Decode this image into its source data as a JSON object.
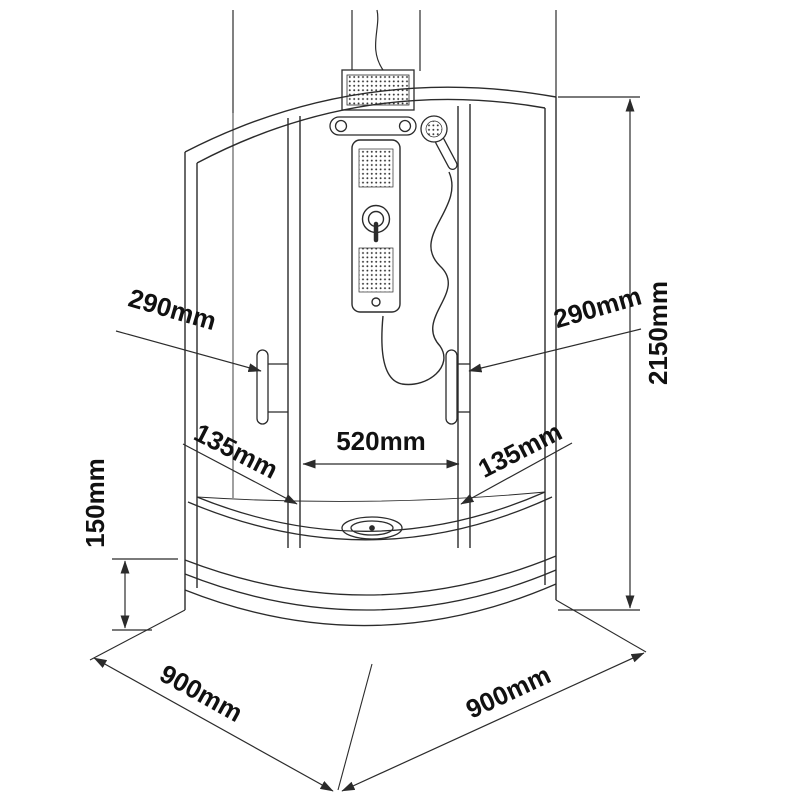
{
  "drawing": {
    "labels": {
      "handle_height_left": "290mm",
      "handle_height_right": "290mm",
      "total_height": "2150mm",
      "door_opening_width": "520mm",
      "side_panel_left": "135mm",
      "side_panel_right": "135mm",
      "tray_height": "150mm",
      "base_side_left": "900mm",
      "base_side_right": "900mm"
    },
    "colors": {
      "background": "#ffffff",
      "line": "#2b2b2b",
      "label_text": "#111111"
    }
  }
}
